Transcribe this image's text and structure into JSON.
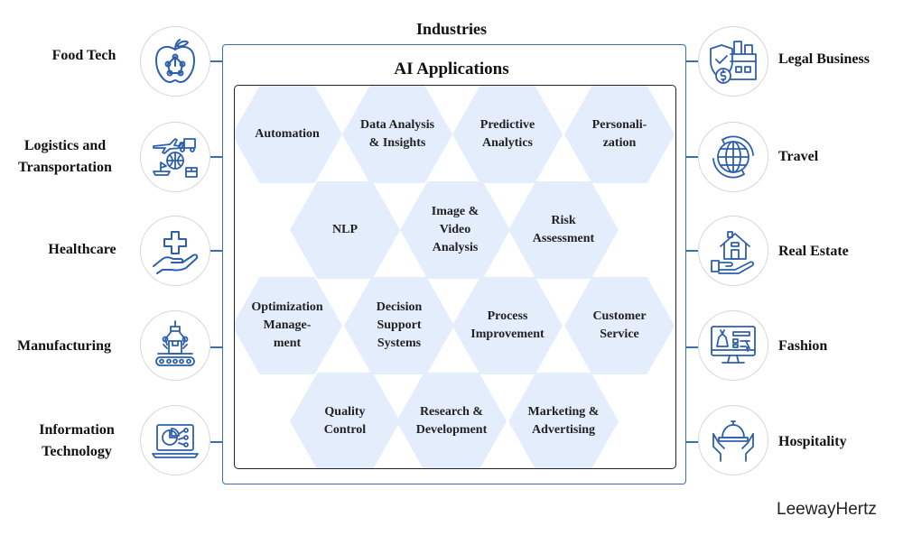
{
  "header": {
    "title": "Industries"
  },
  "panel": {
    "title": "AI Applications"
  },
  "applications": [
    "Automation",
    "Data Analysis\n& Insights",
    "Predictive\nAnalytics",
    "Personali-\nzation",
    "NLP",
    "Image &\nVideo\nAnalysis",
    "Risk\nAssessment",
    "Optimization\nManage-\nment",
    "Decision\nSupport\nSystems",
    "Process\nImprovement",
    "Customer\nService",
    "Quality\nControl",
    "Research &\nDevelopment",
    "Marketing &\nAdvertising"
  ],
  "industries_left": [
    {
      "label": "Food Tech",
      "icon": "apple-network-icon"
    },
    {
      "label": "Logistics and\nTransportation",
      "icon": "logistics-icon"
    },
    {
      "label": "Healthcare",
      "icon": "hand-medical-cross-icon"
    },
    {
      "label": "Manufacturing",
      "icon": "robotic-arm-conveyor-icon"
    },
    {
      "label": "Information\nTechnology",
      "icon": "laptop-chart-icon"
    }
  ],
  "industries_right": [
    {
      "label": "Legal Business",
      "icon": "shield-building-dollar-icon"
    },
    {
      "label": "Travel",
      "icon": "globe-icon"
    },
    {
      "label": "Real Estate",
      "icon": "house-hand-icon"
    },
    {
      "label": "Fashion",
      "icon": "dress-display-icon"
    },
    {
      "label": "Hospitality",
      "icon": "service-bell-hands-icon"
    }
  ],
  "brand": "LeewayHertz",
  "colors": {
    "accent": "#3a6fb5",
    "hex_fill": "#e3edfb",
    "icon_stroke": "#2d5fae"
  }
}
